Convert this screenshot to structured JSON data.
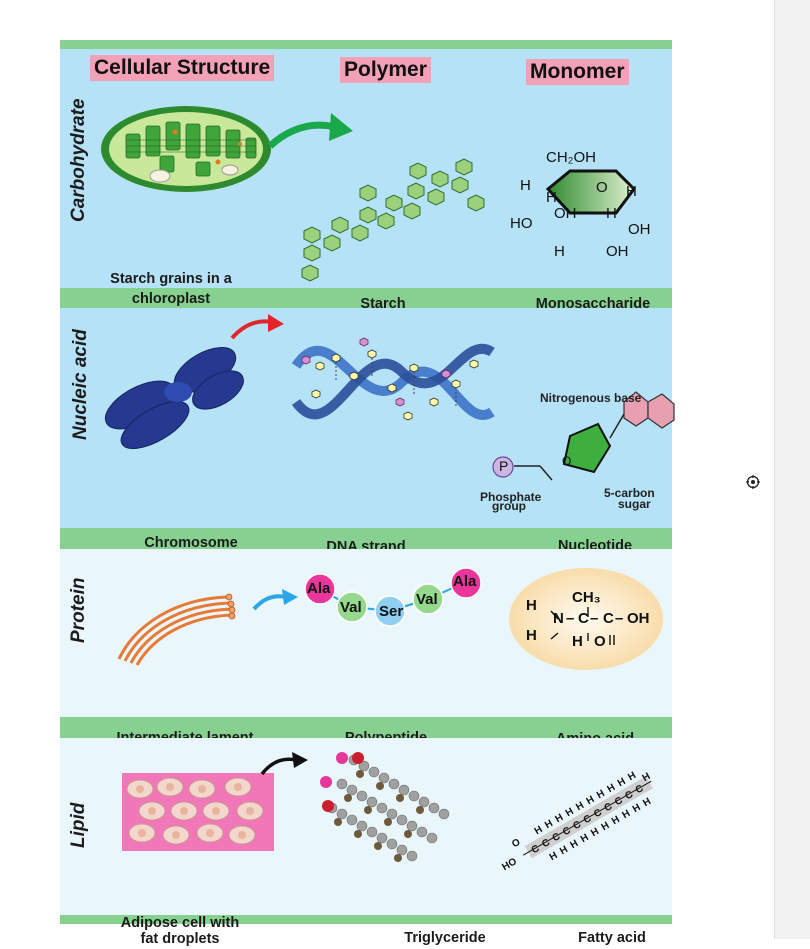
{
  "headers": {
    "cellular": "Cellular Structure",
    "polymer": "Polymer",
    "monomer": "Monomer"
  },
  "rows": {
    "carbohydrate": {
      "label": "Carbohydrate",
      "cellular_caption_1": "Starch grains in a",
      "cellular_caption_2": "chloroplast",
      "polymer_caption": "Starch",
      "monomer_caption": "Monosaccharide",
      "sugar_labels": {
        "ch2oh": "CH₂OH",
        "h1": "H",
        "h2": "H",
        "h3": "H",
        "h4": "H",
        "h5": "H",
        "oh1": "OH",
        "oh2": "OH",
        "oh3": "OH",
        "ho": "HO",
        "o": "O"
      }
    },
    "nucleic": {
      "label": "Nucleic acid",
      "cellular_caption": "Chromosome",
      "polymer_caption": "DNA strand",
      "monomer_caption": "Nucleotide",
      "base_label": "Nitrogenous base",
      "phosphate_label_1": "Phosphate",
      "phosphate_label_2": "group",
      "sugar_label_1": "5-carbon",
      "sugar_label_2": "sugar",
      "p_symbol": "P",
      "o_symbol": "O"
    },
    "protein": {
      "label": "Protein",
      "cellular_caption": "Intermediate  lament",
      "polymer_caption": "Polypeptide",
      "monomer_caption": "Amino acid",
      "beads": [
        "Ala",
        "Val",
        "Ser",
        "Val",
        "Ala"
      ],
      "amino": {
        "ch3": "CH₃",
        "h_top": "H",
        "n": "N",
        "c1": "C",
        "c2": "C",
        "oh": "OH",
        "h_left": "H",
        "h_bottom": "H",
        "o": "O"
      }
    },
    "lipid": {
      "label": "Lipid",
      "cellular_caption_1": "Adipose cell with",
      "cellular_caption_2": "fat droplets",
      "polymer_caption": "Triglyceride",
      "monomer_caption": "Fatty acid",
      "fatty": {
        "ho": "HO",
        "o": "O",
        "c": "C",
        "h": "H"
      }
    }
  },
  "colors": {
    "band": "#86d18f",
    "panel_light": "#b5e2f7",
    "panel_pale": "#e9f6fb",
    "header_bg": "#f3a1b7"
  }
}
